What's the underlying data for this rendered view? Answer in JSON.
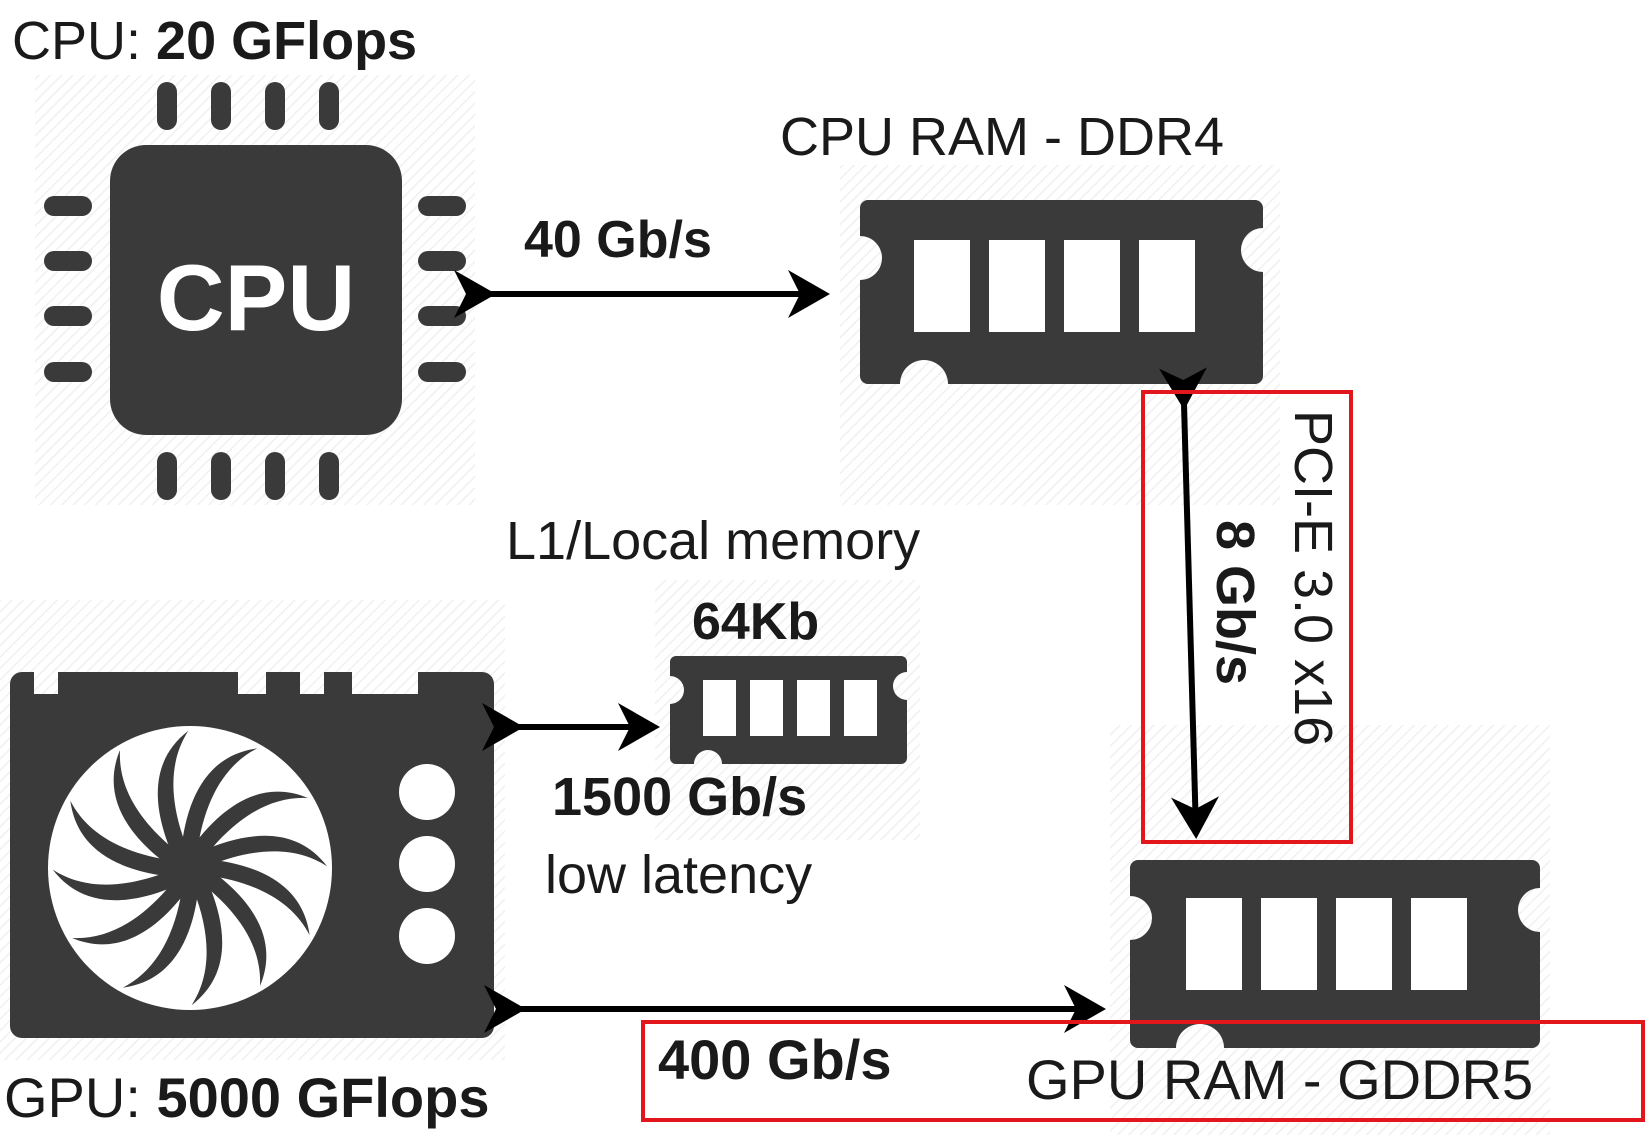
{
  "cpu": {
    "prefix": "CPU: ",
    "flops": "20 GFlops",
    "chip_label": "CPU"
  },
  "cpu_ram": {
    "title": "CPU RAM - DDR4"
  },
  "links": {
    "cpu_to_ram": "40 Gb/s",
    "pcie_speed": "8 Gb/s",
    "pcie_name": "PCI-E 3.0 x16",
    "gpu_to_l1": "1500 Gb/s",
    "l1_latency": "low latency",
    "gpu_to_ram": "400 Gb/s"
  },
  "l1": {
    "title": "L1/Local memory",
    "size": "64Kb"
  },
  "gpu": {
    "prefix": "GPU: ",
    "flops": "5000 GFlops"
  },
  "gpu_ram": {
    "title": "GPU RAM - GDDR5"
  },
  "colors": {
    "icon": "#3a3a3a",
    "arrow": "#000000",
    "highlight": "#e3161b"
  },
  "icons": [
    "cpu-chip-icon",
    "memory-module-icon",
    "gpu-card-icon",
    "fan-icon"
  ]
}
